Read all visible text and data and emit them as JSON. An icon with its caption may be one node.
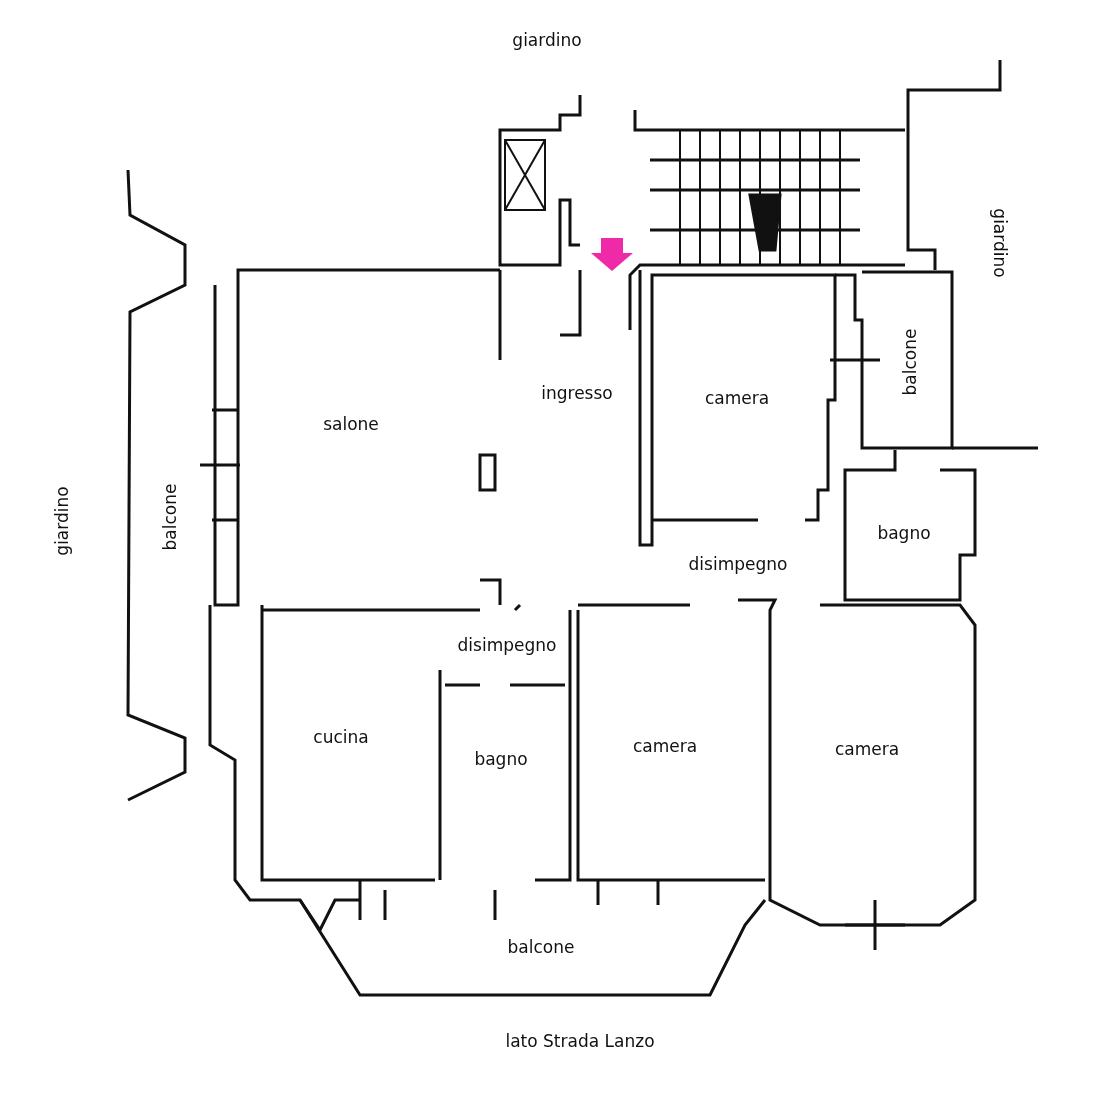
{
  "diagram": {
    "labels": [
      "giardino",
      "giardino",
      "ingresso",
      "camera",
      "balcone",
      "salone",
      "giardino",
      "balcone",
      "bagno",
      "disimpegno",
      "disimpegno",
      "cucina",
      "camera",
      "camera",
      "bagno",
      "balcone",
      "lato Strada Lanzo"
    ]
  }
}
